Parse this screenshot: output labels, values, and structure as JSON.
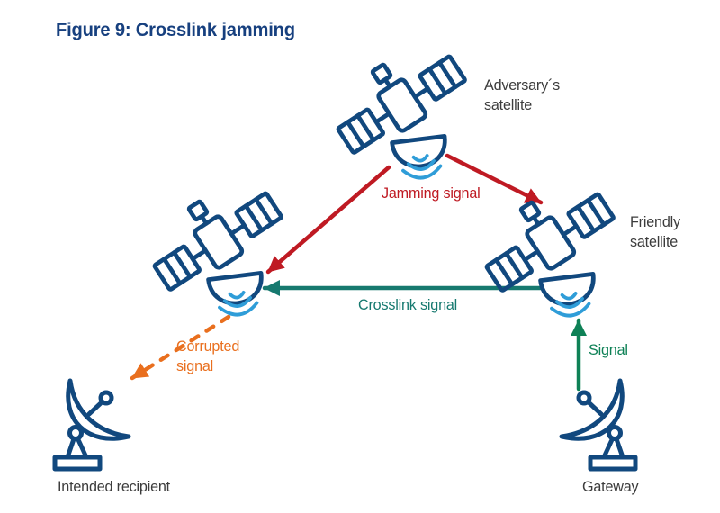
{
  "figure": {
    "title": "Figure 9: Crosslink jamming"
  },
  "nodes": {
    "adversary": {
      "label": "Adversary´s\nsatellite",
      "icon": "satellite-icon"
    },
    "friendly": {
      "label": "Friendly\nsatellite",
      "icon": "satellite-icon"
    },
    "target": {
      "icon": "satellite-icon"
    },
    "recipient": {
      "label": "Intended recipient",
      "icon": "ground-station-icon"
    },
    "gateway": {
      "label": "Gateway",
      "icon": "ground-station-icon"
    }
  },
  "signals": {
    "jamming": {
      "label": "Jamming signal",
      "color": "#bf1a23",
      "style": "solid"
    },
    "crosslink": {
      "label": "Crosslink signal",
      "color": "#16796f",
      "style": "solid"
    },
    "corrupted": {
      "label": "Corrupted\nsignal",
      "color": "#e96f1e",
      "style": "dashed"
    },
    "uplink": {
      "label": "Signal",
      "color": "#0e8156",
      "style": "solid"
    }
  },
  "colors": {
    "icon_navy": "#11487e",
    "wave_blue": "#2f9dd8",
    "title_navy": "#17407f",
    "label_gray": "#3c3c3c",
    "background": "#ffffff"
  }
}
